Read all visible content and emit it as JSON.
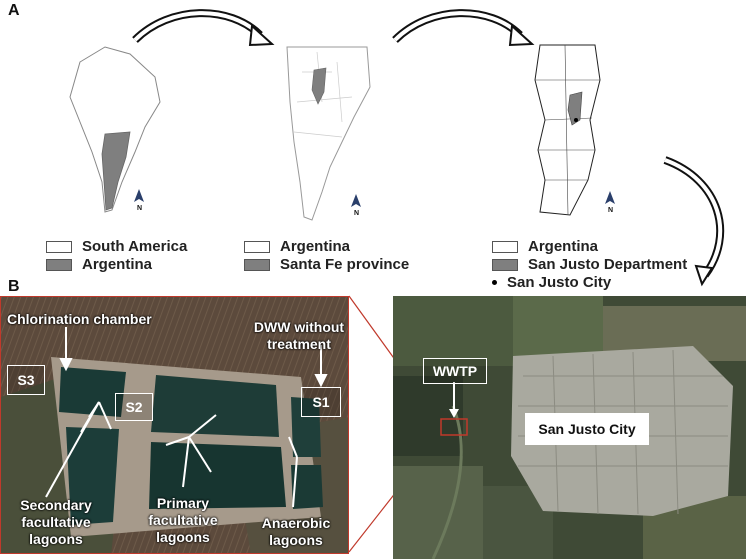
{
  "panels": {
    "a": "A",
    "b": "B"
  },
  "legends": {
    "south_america": [
      {
        "swatch": "white",
        "label": "South America"
      },
      {
        "swatch": "gray",
        "label": "Argentina"
      }
    ],
    "argentina": [
      {
        "swatch": "white",
        "label": "Argentina"
      },
      {
        "swatch": "gray",
        "label": "Santa Fe province"
      }
    ],
    "santa_fe": [
      {
        "swatch": "white",
        "label": "Argentina"
      },
      {
        "swatch": "gray",
        "label": "San Justo Department"
      },
      {
        "swatch": "dot",
        "label": "San Justo City"
      }
    ]
  },
  "north_arrow": "N",
  "lagoons_photo": {
    "chlorination": "Chlorination chamber",
    "dww_line1": "DWW without",
    "dww_line2": "treatment",
    "s1": "S1",
    "s2": "S2",
    "s3": "S3",
    "secondary_line1": "Secondary",
    "secondary_line2": "facultative",
    "secondary_line3": "lagoons",
    "primary_line1": "Primary",
    "primary_line2": "facultative",
    "primary_line3": "lagoons",
    "anaerobic_line1": "Anaerobic",
    "anaerobic_line2": "lagoons"
  },
  "city_photo": {
    "wwtp": "WWTP",
    "city": "San Justo City"
  },
  "colors": {
    "highlight": "#7f7f7f",
    "inset_frame": "#c0392b",
    "water": "#1a3a36",
    "field": "#5b4a3a"
  }
}
